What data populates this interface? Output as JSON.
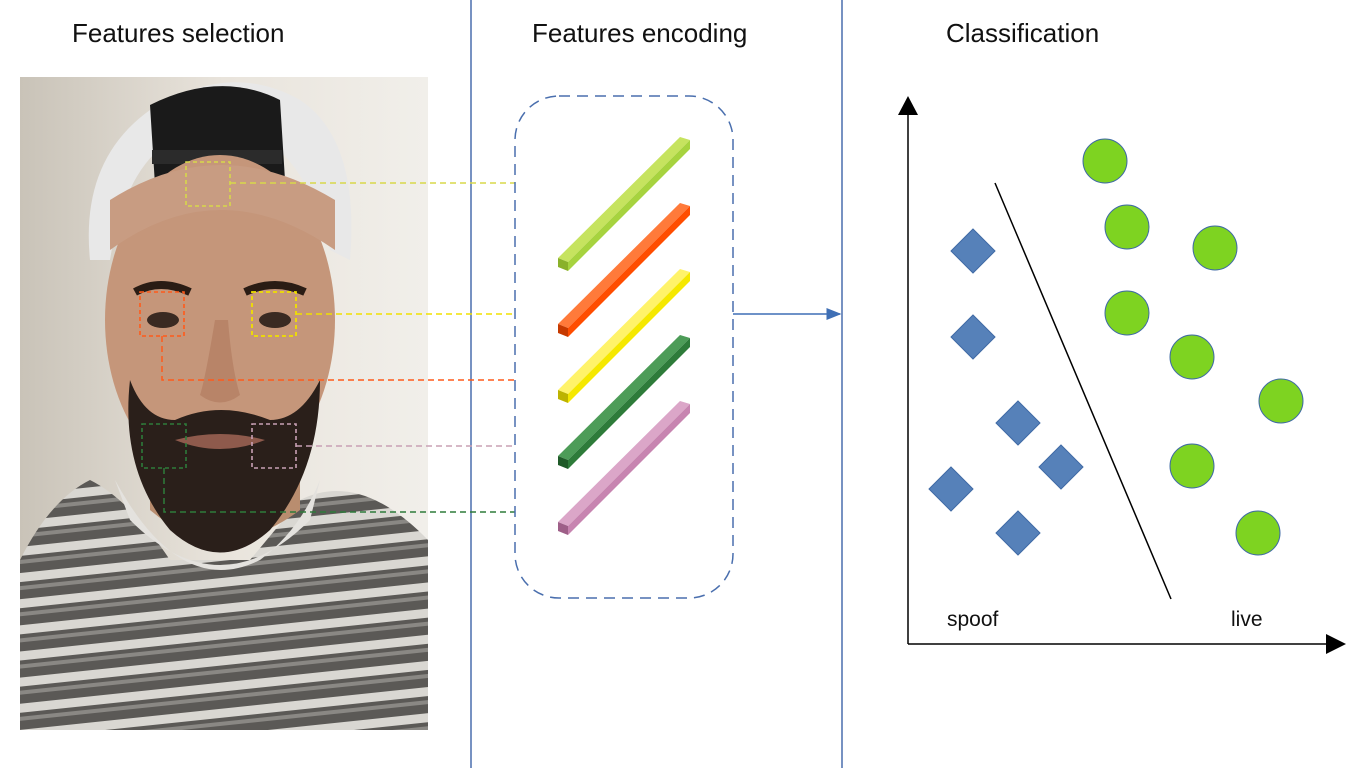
{
  "panels": {
    "selection": {
      "title": "Features selection"
    },
    "encoding": {
      "title": "Features encoding"
    },
    "classification": {
      "title": "Classification",
      "left_label": "spoof",
      "right_label": "live"
    }
  },
  "colors": {
    "divider": "#4a6fae",
    "arrow": "#3f6fb5",
    "spoof_marker": "#5681b9",
    "live_marker": "#7ed321",
    "encoding_bar_1": "#a7d33f",
    "encoding_bar_2": "#ff4d00",
    "encoding_bar_3": "#f5e800",
    "encoding_bar_4": "#2e7b3a",
    "encoding_bar_5": "#c784b0"
  },
  "icons": {
    "spoof_marker": "blue-diamond",
    "live_marker": "green-circle",
    "face_photo": "face-photo-with-dashed-region-boxes"
  }
}
